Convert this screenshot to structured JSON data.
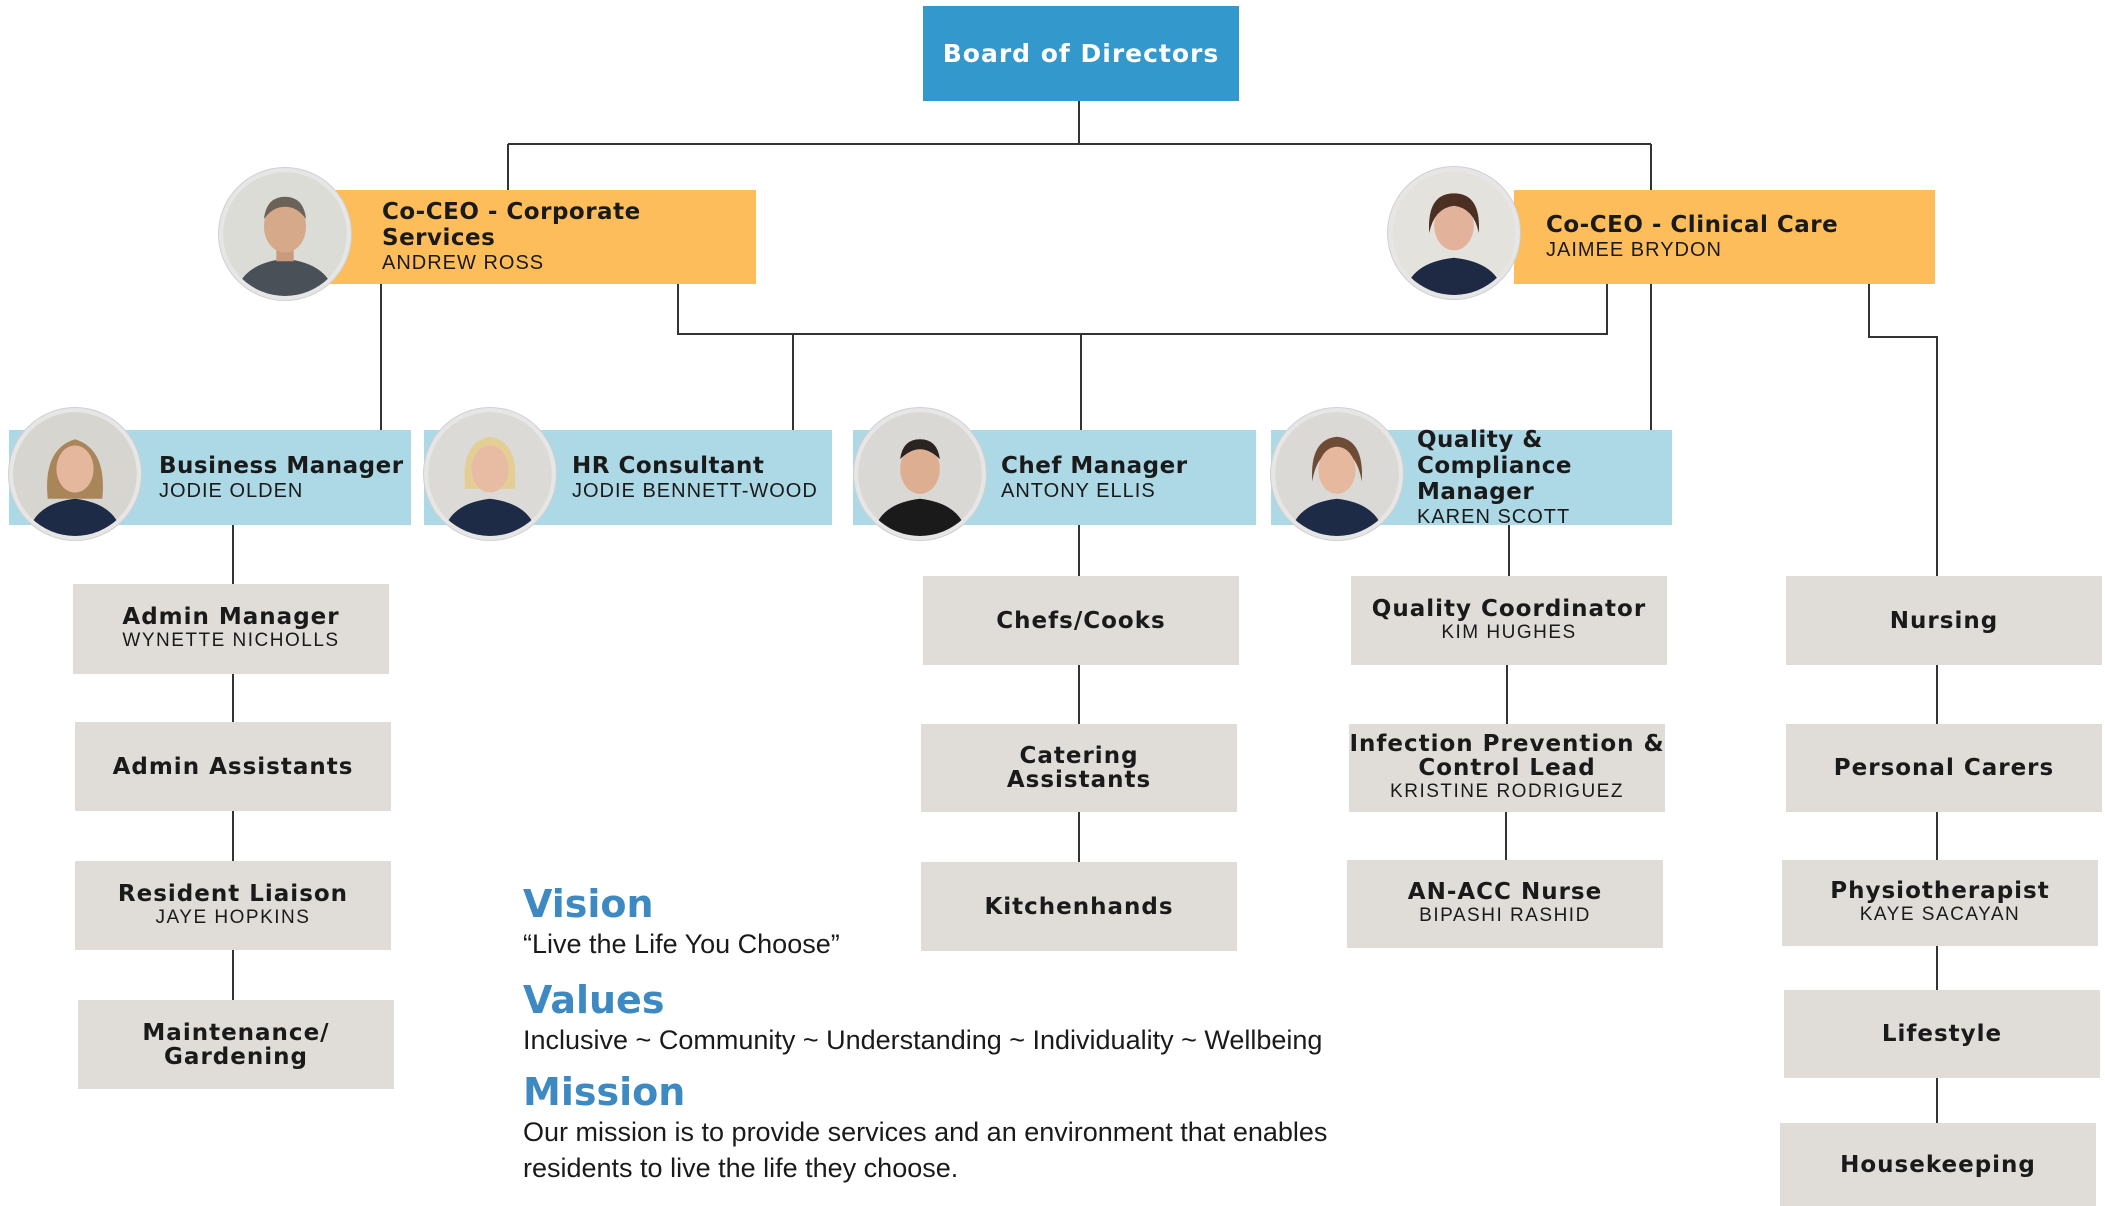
{
  "board": {
    "title": "Board of Directors"
  },
  "ceos": [
    {
      "title": "Co-CEO - Corporate Services",
      "name": "ANDREW ROSS"
    },
    {
      "title": "Co-CEO - Clinical Care",
      "name": "JAIMEE BRYDON"
    }
  ],
  "managers": [
    {
      "title": "Business Manager",
      "name": "JODIE OLDEN"
    },
    {
      "title": "HR Consultant",
      "name": "JODIE BENNETT-WOOD"
    },
    {
      "title": "Chef Manager",
      "name": "ANTONY ELLIS"
    },
    {
      "title_line1": "Quality &",
      "title_line2": "Compliance Manager",
      "name": "KAREN SCOTT"
    }
  ],
  "business_team": [
    {
      "title": "Admin Manager",
      "name": "WYNETTE NICHOLLS"
    },
    {
      "title": "Admin Assistants"
    },
    {
      "title": "Resident Liaison",
      "name": "JAYE HOPKINS"
    },
    {
      "title_line1": "Maintenance/",
      "title_line2": "Gardening"
    }
  ],
  "kitchen_team": [
    {
      "title": "Chefs/Cooks"
    },
    {
      "title_line1": "Catering",
      "title_line2": "Assistants"
    },
    {
      "title": "Kitchenhands"
    }
  ],
  "quality_team": [
    {
      "title": "Quality Coordinator",
      "name": "KIM HUGHES"
    },
    {
      "title_line1": "Infection Prevention &",
      "title_line2": "Control Lead",
      "name": "KRISTINE RODRIGUEZ"
    },
    {
      "title": "AN-ACC Nurse",
      "name": "BIPASHI RASHID"
    }
  ],
  "clinical_team": [
    {
      "title": "Nursing"
    },
    {
      "title": "Personal Carers"
    },
    {
      "title": "Physiotherapist",
      "name": "KAYE SACAYAN"
    },
    {
      "title": "Lifestyle"
    },
    {
      "title": "Housekeeping"
    }
  ],
  "vision": {
    "heading": "Vision",
    "text": "“Live the Life You Choose”"
  },
  "values": {
    "heading": "Values",
    "text": "Inclusive ~ Community ~ Understanding ~ Individuality ~ Wellbeing"
  },
  "mission": {
    "heading": "Mission",
    "line1": "Our mission is to provide services and an environment that enables",
    "line2": "residents to live the life they choose."
  },
  "colors": {
    "board": "#3399cc",
    "ceo": "#fdbd5a",
    "manager": "#add8e6",
    "team": "#e0ddd8",
    "heading": "#3d8ac2",
    "connector": "#333333"
  }
}
